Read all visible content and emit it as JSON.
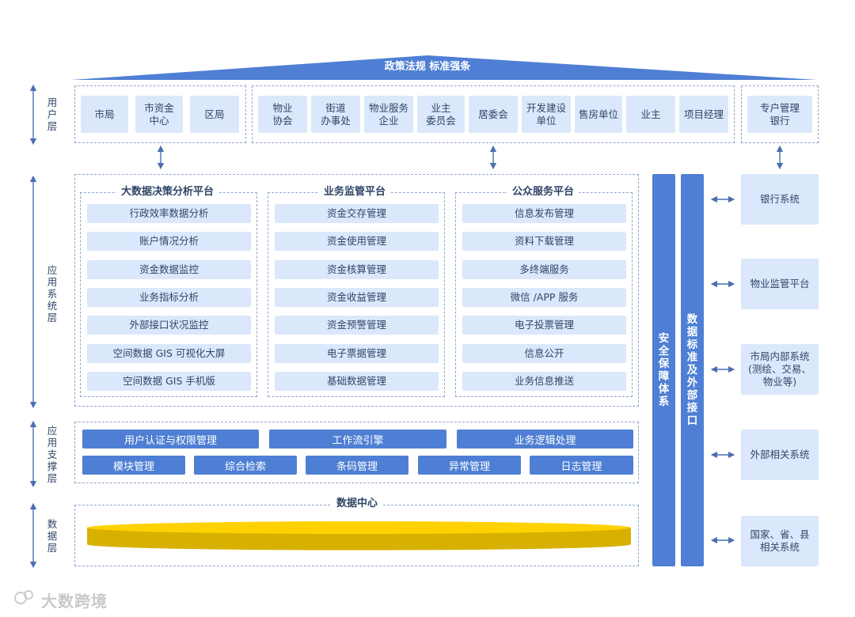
{
  "colors": {
    "accent": "#4e7fd4",
    "light_box": "#dbe8fb",
    "dashed": "#8fa7cc",
    "disk_gold": "#d8b100",
    "disk_top": "#fdd200"
  },
  "roof": {
    "title": "政策法规 标准强条"
  },
  "layers": {
    "user": "用\n户\n层",
    "app": "应\n用\n系\n统\n层",
    "support": "应\n用\n支\n撑\n层",
    "data": "数\n据\n层"
  },
  "user_layer": {
    "group1": [
      "市局",
      "市资金\n中心",
      "区局"
    ],
    "group2": [
      "物业\n协会",
      "街道\n办事处",
      "物业服务\n企业",
      "业主\n委员会",
      "居委会",
      "开发建设\n单位",
      "售房单位",
      "业主",
      "项目经理"
    ],
    "group3": [
      "专户管理\n银行"
    ]
  },
  "app_layer": {
    "platforms": [
      {
        "title": "大数据决策分析平台",
        "items": [
          "行政效率数据分析",
          "账户情况分析",
          "资金数据监控",
          "业务指标分析",
          "外部接口状况监控",
          "空间数据 GIS 可视化大屏",
          "空间数据 GIS 手机版"
        ]
      },
      {
        "title": "业务监管平台",
        "items": [
          "资金交存管理",
          "资金使用管理",
          "资金核算管理",
          "资金收益管理",
          "资金预警管理",
          "电子票据管理",
          "基础数据管理"
        ]
      },
      {
        "title": "公众服务平台",
        "items": [
          "信息发布管理",
          "资料下载管理",
          "多终端服务",
          "微信 /APP 服务",
          "电子投票管理",
          "信息公开",
          "业务信息推送"
        ]
      }
    ]
  },
  "support_layer": {
    "row1": [
      "用户认证与权限管理",
      "工作流引擎",
      "业务逻辑处理"
    ],
    "row2": [
      "模块管理",
      "综合检索",
      "条码管理",
      "异常管理",
      "日志管理"
    ]
  },
  "data_layer": {
    "title": "数据中心"
  },
  "side_bars": {
    "security": "安\n全\n保\n障\n体\n系",
    "interface": "数\n据\n标\n准\n及\n外\n部\n接\n口"
  },
  "external_systems": [
    "银行系统",
    "物业监管平台",
    "市局内部系统\n(测绘、交易、\n物业等)",
    "外部相关系统",
    "国家、省、县\n相关系统"
  ],
  "watermark": {
    "text": "大数跨境"
  }
}
